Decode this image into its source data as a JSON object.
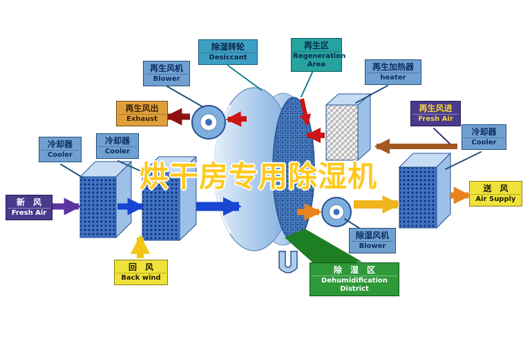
{
  "title": {
    "watermark": "烘干房专用除湿机"
  },
  "labels": {
    "desiccant": {
      "zh": "除湿转轮",
      "en": "Desiccant"
    },
    "regeneration_area": {
      "zh": "再生区",
      "en": "Regeneration Area"
    },
    "regen_blower": {
      "zh": "再生风机",
      "en": "Blower"
    },
    "regen_heater": {
      "zh": "再生加热器",
      "en": "heater"
    },
    "exhaust": {
      "zh": "再生风出",
      "en": "Exhaust"
    },
    "regen_fresh_air": {
      "zh": "再生风进",
      "en": "Fresh Air"
    },
    "cooler_left": {
      "zh": "冷却器",
      "en": "Cooler"
    },
    "cooler_mid": {
      "zh": "冷却器",
      "en": "Cooler"
    },
    "cooler_right": {
      "zh": "冷却器",
      "en": "Cooler"
    },
    "fresh_air_in": {
      "zh": "新　风",
      "en": "Fresh Air"
    },
    "back_wind": {
      "zh": "回　风",
      "en": "Back wind"
    },
    "air_supply": {
      "zh": "送　风",
      "en": "Air Supply"
    },
    "dehumid_blower": {
      "zh": "除湿风机",
      "en": "Blower"
    },
    "dehumid_district": {
      "zh": "除　湿　区",
      "en": "Dehumidification District"
    }
  },
  "colors": {
    "label_teal": "#27A39E",
    "label_teal_blue": "#3D9FC4",
    "label_steel_blue": "#6FA0D0",
    "label_orange": "#DFA03C",
    "label_purple": "#4A3A8C",
    "label_yellow": "#EFE23A",
    "label_green": "#2E9939",
    "arrow_blue": "#1646D2",
    "arrow_purple": "#5B35A0",
    "arrow_yellow": "#F2C714",
    "arrow_gold": "#EFB41E",
    "arrow_orange": "#E8831E",
    "arrow_red": "#CC1515",
    "arrow_dark_red": "#8F1212",
    "arrow_brown": "#A3581E",
    "watermark_yellow": "#FFC91E",
    "wedge_green": "#1E7E24",
    "drum_blue": "#A9C9EC"
  }
}
